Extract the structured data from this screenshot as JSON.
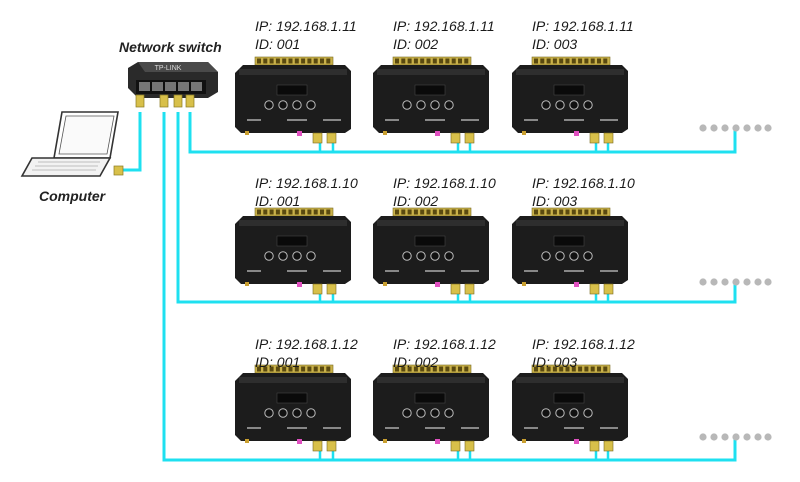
{
  "labels": {
    "switch": "Network switch",
    "computer": "Computer",
    "switch_brand": "TP-LINK"
  },
  "colors": {
    "cable": "#1ee0f0",
    "device_body": "#1c1c1c",
    "terminal": "#c9b14a"
  },
  "rows": [
    {
      "devices": [
        {
          "ip": "IP: 192.168.1.11",
          "id": "ID: 001"
        },
        {
          "ip": "IP: 192.168.1.11",
          "id": "ID: 002"
        },
        {
          "ip": "IP: 192.168.1.11",
          "id": "ID: 003"
        }
      ]
    },
    {
      "devices": [
        {
          "ip": "IP: 192.168.1.10",
          "id": "ID: 001"
        },
        {
          "ip": "IP: 192.168.1.10",
          "id": "ID: 002"
        },
        {
          "ip": "IP: 192.168.1.10",
          "id": "ID: 003"
        }
      ]
    },
    {
      "devices": [
        {
          "ip": "IP: 192.168.1.12",
          "id": "ID: 001"
        },
        {
          "ip": "IP: 192.168.1.12",
          "id": "ID: 002"
        },
        {
          "ip": "IP: 192.168.1.12",
          "id": "ID: 003"
        }
      ]
    }
  ]
}
